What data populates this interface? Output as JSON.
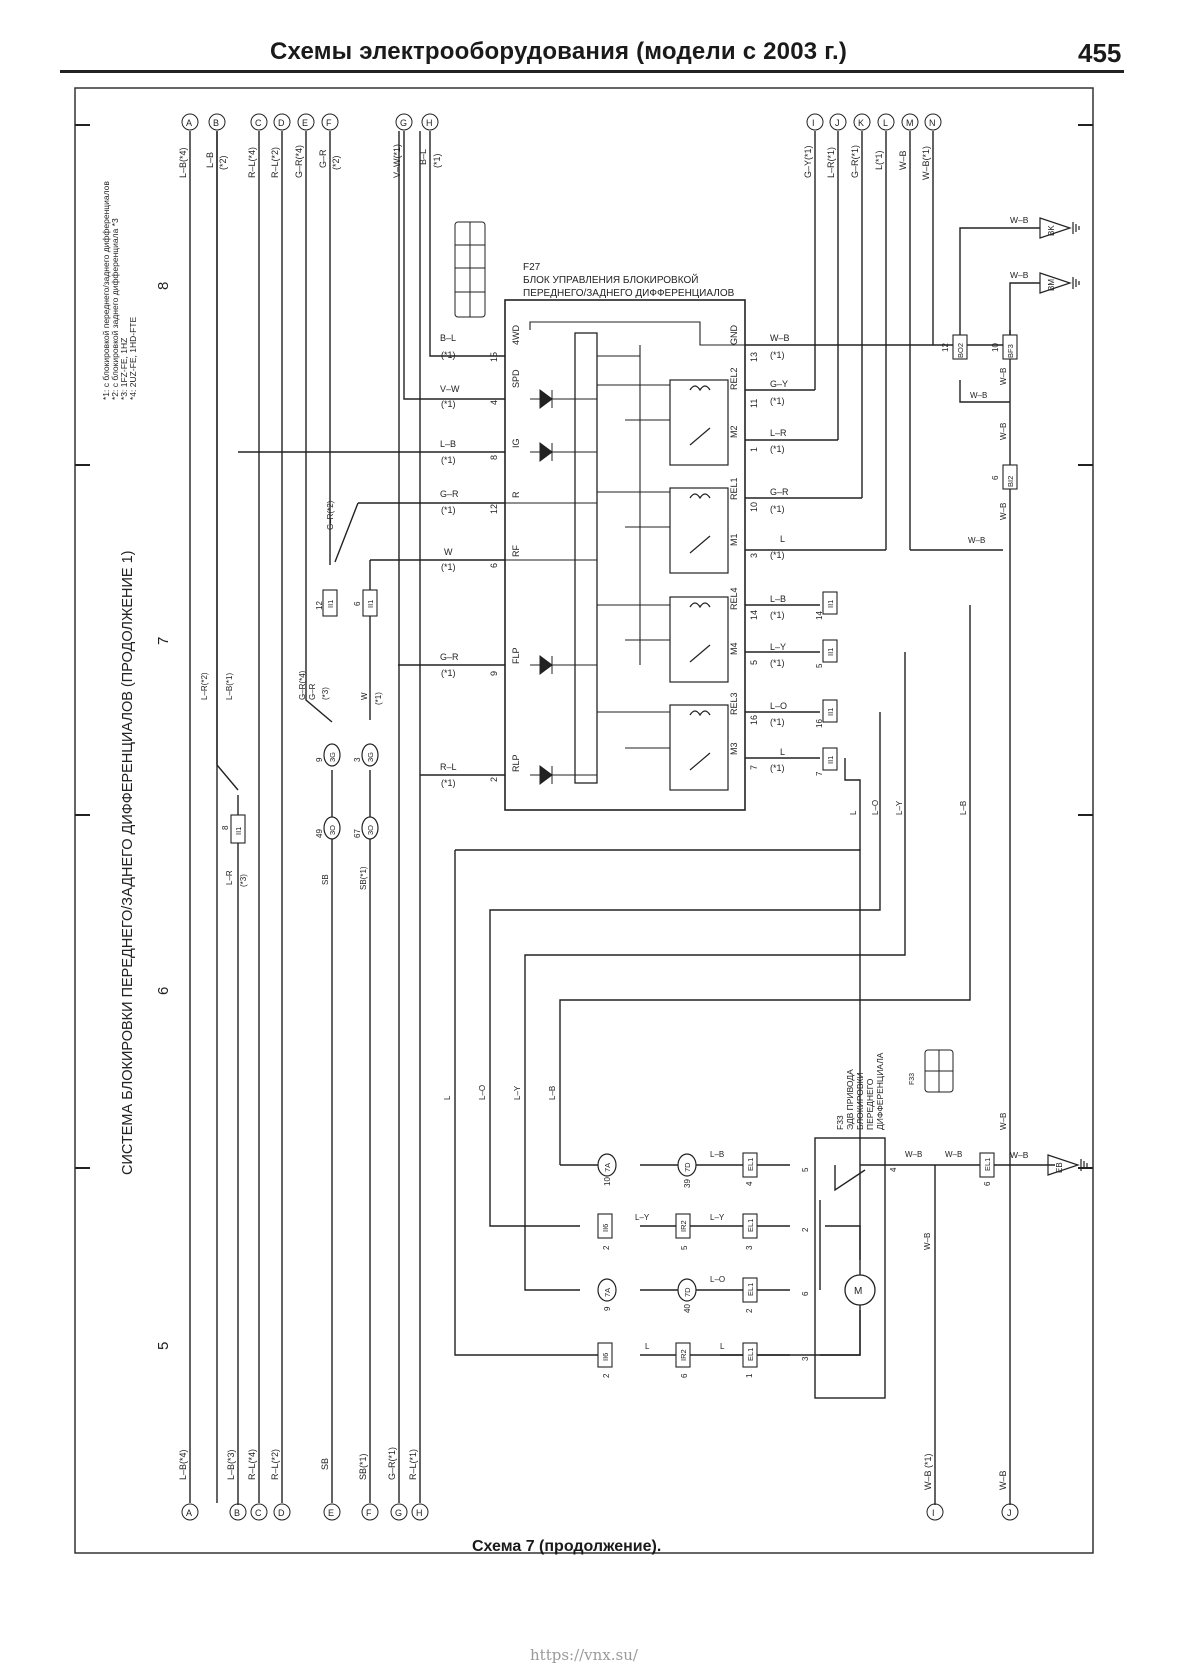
{
  "header": {
    "title": "Схемы электрооборудования (модели с 2003 г.)",
    "page_number": "455"
  },
  "caption": "Схема 7 (продолжение).",
  "watermark": "https://vnx.su/",
  "diagram": {
    "title": "СИСТЕМА БЛОКИРОВКИ ПЕРЕДНЕГО/ЗАДНЕГО ДИФФЕРЕНЦИАЛОВ (ПРОДОЛЖЕНИЕ 1)",
    "notes": [
      "*1: с блокировкой переднего/заднего дифференциалов",
      "*2: с блокировкой заднего дифференциала *3",
      "*3: 1FZ-FE, 1HZ",
      "*4: 2UZ-FE, 1HD-FTE"
    ],
    "grid_numbers": [
      "8",
      "7",
      "6",
      "5"
    ],
    "ecu": {
      "code": "F27",
      "name_line1": "БЛОК УПРАВЛЕНИЯ БЛОКИРОВКОЙ",
      "name_line2": "ПЕРЕДНЕГО/ЗАДНЕГО ДИФФЕРЕНЦИАЛОВ",
      "left_pins": [
        {
          "name": "4WD",
          "num": "15",
          "wire": "B–L",
          "note": "(*1)"
        },
        {
          "name": "SPD",
          "num": "4",
          "wire": "V–W",
          "note": "(*1)"
        },
        {
          "name": "IG",
          "num": "8",
          "wire": "L–B",
          "note": "(*1)"
        },
        {
          "name": "R",
          "num": "12",
          "wire": "G–R",
          "note": "(*1)"
        },
        {
          "name": "RF",
          "num": "6",
          "wire": "W",
          "note": "(*1)"
        },
        {
          "name": "FLP",
          "num": "9",
          "wire": "G–R",
          "note": "(*1)"
        },
        {
          "name": "RLP",
          "num": "2",
          "wire": "R–L",
          "note": "(*1)"
        }
      ],
      "right_pins": [
        {
          "name": "GND",
          "num": "13",
          "wire": "W–B",
          "note": "(*1)"
        },
        {
          "name": "REL2",
          "num": "11",
          "wire": "G–Y",
          "note": "(*1)"
        },
        {
          "name": "M2",
          "num": "1",
          "wire": "L–R",
          "note": "(*1)"
        },
        {
          "name": "REL1",
          "num": "10",
          "wire": "G–R",
          "note": "(*1)"
        },
        {
          "name": "M1",
          "num": "3",
          "wire": "L",
          "note": "(*1)"
        },
        {
          "name": "REL4",
          "num": "14",
          "wire": "L–B",
          "note": "(*1)"
        },
        {
          "name": "M4",
          "num": "5",
          "wire": "L–Y",
          "note": "(*1)"
        },
        {
          "name": "REL3",
          "num": "16",
          "wire": "L–O",
          "note": "(*1)"
        },
        {
          "name": "M3",
          "num": "7",
          "wire": "L",
          "note": "(*1)"
        }
      ]
    },
    "top_connectors": [
      {
        "letter": "A",
        "wire": "L–B(*4)",
        "note": ""
      },
      {
        "letter": "B",
        "wire": "L–B",
        "note": "(*2)"
      },
      {
        "letter": "C",
        "wire": "R–L(*4)",
        "note": ""
      },
      {
        "letter": "D",
        "wire": "R–L(*2)",
        "note": ""
      },
      {
        "letter": "E",
        "wire": "G–R(*4)",
        "note": ""
      },
      {
        "letter": "F",
        "wire": "G–R",
        "note": "(*2)"
      },
      {
        "letter": "G",
        "wire": "V–W(*1)",
        "note": ""
      },
      {
        "letter": "H",
        "wire": "B–L",
        "note": "(*1)"
      },
      {
        "letter": "I",
        "wire": "G–Y(*1)",
        "note": ""
      },
      {
        "letter": "J",
        "wire": "L–R(*1)",
        "note": ""
      },
      {
        "letter": "K",
        "wire": "G–R(*1)",
        "note": ""
      },
      {
        "letter": "L",
        "wire": "L(*1)",
        "note": ""
      },
      {
        "letter": "M",
        "wire": "W–B",
        "note": ""
      },
      {
        "letter": "N",
        "wire": "W–B(*1)",
        "note": ""
      }
    ],
    "bottom_connectors": [
      {
        "letter": "A",
        "wire": "L–B(*4)"
      },
      {
        "letter": "B",
        "wire": "L–B(*3)"
      },
      {
        "letter": "C",
        "wire": "R–L(*4)"
      },
      {
        "letter": "D",
        "wire": "R–L(*2)"
      },
      {
        "letter": "E",
        "wire": "SB"
      },
      {
        "letter": "F",
        "wire": "SB(*1)"
      },
      {
        "letter": "G",
        "wire": "G–R(*1)"
      },
      {
        "letter": "H",
        "wire": "R–L(*1)"
      },
      {
        "letter": "I",
        "wire": "W–B (*1)"
      },
      {
        "letter": "J",
        "wire": "W–B"
      }
    ],
    "ground_points": [
      {
        "code": "BK",
        "wire": "W–B"
      },
      {
        "code": "BM",
        "wire": "W–B"
      },
      {
        "code": "EB",
        "wire": "W–B"
      }
    ],
    "splices": [
      "BO2",
      "BF3",
      "BI2"
    ],
    "splice_pins": [
      "12",
      "10",
      "6"
    ],
    "actuator": {
      "code": "F33",
      "name": [
        "ЭДВ ПРИВОДА",
        "БЛОКИРОВКИ",
        "ПЕРЕДНЕГО",
        "ДИФФЕРЕНЦИАЛА"
      ],
      "motor_label": "M",
      "pins": [
        "5",
        "2",
        "6",
        "3",
        "4"
      ]
    },
    "labels": {
      "ii1": "II1",
      "ii6": "II6",
      "ir2": "IR2",
      "el1": "EL1",
      "c3g": "3G",
      "c3o": "3O",
      "c7a": "7A",
      "c7d": "7D",
      "note1": "(*1)",
      "note2": "(*2)",
      "note3": "(*3)",
      "gr2": "G–R(*2)",
      "gr4": "G–R(*4)",
      "lr2": "L–R(*2)",
      "lb1": "L–B(*1)",
      "w": "W",
      "gr": "G–R",
      "lr": "L–R",
      "sb": "SB",
      "sb1": "SB(*1)",
      "l": "L",
      "lo": "L–O",
      "ly": "L–Y",
      "lb": "L–B",
      "wb": "W–B",
      "n8": "8",
      "n9": "9",
      "n3": "3",
      "n12": "12",
      "n6": "6",
      "n14": "14",
      "n5": "5",
      "n16": "16",
      "n7": "7",
      "n49": "49",
      "n67": "67",
      "n10": "10",
      "n39": "39",
      "n4": "4",
      "n2": "2",
      "n40": "40",
      "n1": "1",
      "n6b": "6"
    }
  }
}
